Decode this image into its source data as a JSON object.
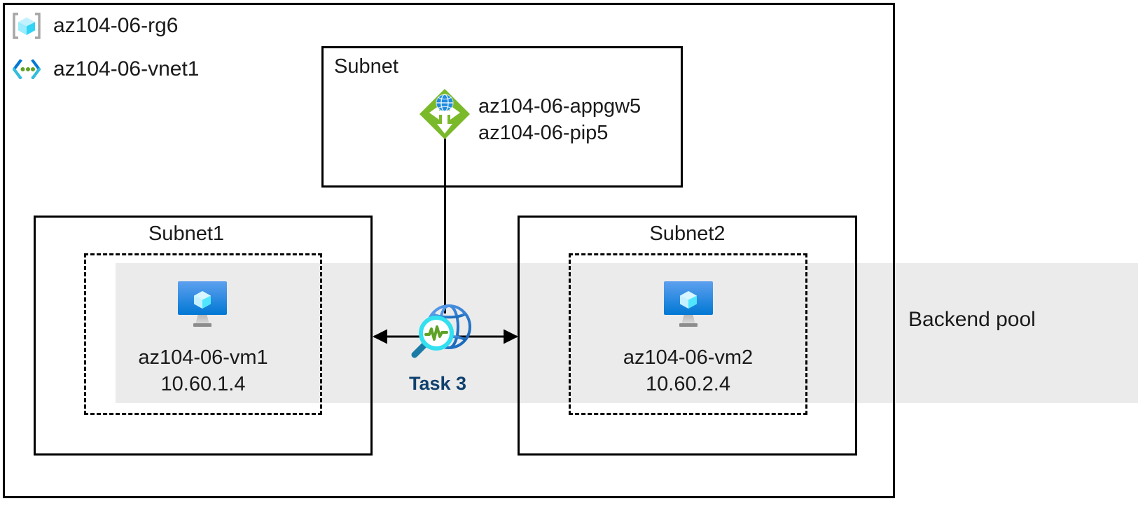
{
  "header": {
    "resource_group": {
      "label": "az104-06-rg6",
      "icon": "resource-group-cube-icon"
    },
    "vnet": {
      "label": "az104-06-vnet1",
      "icon": "virtual-network-icon"
    }
  },
  "diagram": {
    "top_subnet": {
      "title": "Subnet",
      "gateway": {
        "icon": "application-gateway-icon",
        "name": "az104-06-appgw5",
        "public_ip": "az104-06-pip5"
      }
    },
    "subnet1": {
      "title": "Subnet1",
      "vm": {
        "icon": "virtual-machine-icon",
        "name": "az104-06-vm1",
        "ip": "10.60.1.4"
      }
    },
    "subnet2": {
      "title": "Subnet2",
      "vm": {
        "icon": "virtual-machine-icon",
        "name": "az104-06-vm2",
        "ip": "10.60.2.4"
      }
    },
    "task": {
      "icon": "network-watcher-globe-magnifier-icon",
      "label": "Task 3"
    },
    "backend_pool": {
      "label": "Backend pool"
    }
  },
  "colors": {
    "stroke": "#000000",
    "backend_band": "#ebebeb",
    "task_label": "#10416e",
    "gateway_green": "#7ab929",
    "vm_blue": "#0078d4",
    "cube_cyan": "#50e6ff",
    "vnet_blue": "#0078d4",
    "vnet_dot_green": "#5ea226"
  }
}
